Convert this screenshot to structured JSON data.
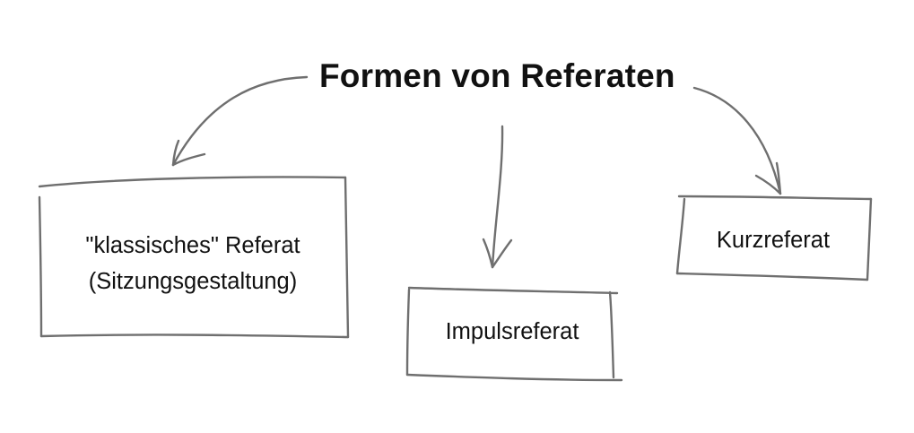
{
  "diagram": {
    "title": "Formen von Referaten",
    "nodes": [
      {
        "id": "classic",
        "line1": "\"klassisches\" Referat",
        "line2": "(Sitzungsgestaltung)"
      },
      {
        "id": "impuls",
        "label": "Impulsreferat"
      },
      {
        "id": "kurz",
        "label": "Kurzreferat"
      }
    ],
    "edges": [
      {
        "from": "title",
        "to": "classic"
      },
      {
        "from": "title",
        "to": "impuls"
      },
      {
        "from": "title",
        "to": "kurz"
      }
    ],
    "colors": {
      "stroke": "#6f6f6f",
      "text": "#111111",
      "background": "#ffffff"
    }
  }
}
